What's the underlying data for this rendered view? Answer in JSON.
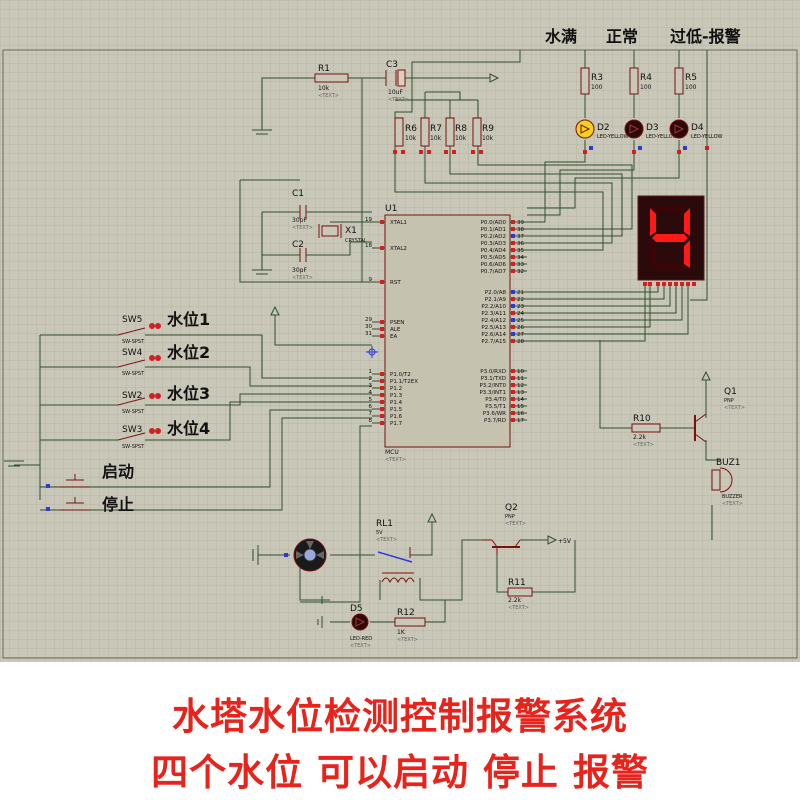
{
  "colors": {
    "grid_bg": "#c9c7b8",
    "grid_line": "#b7b4a6",
    "wire": "#2f4f2f",
    "part_outline": "#7a1010",
    "ic_fill": "#c6c2b0",
    "pin_red": "#d21f1f",
    "pin_blue": "#2a3bd6",
    "label_black": "#111111",
    "note_red": "#d11a1a",
    "seg_on": "#ff1a1a",
    "seg_off": "#3a0505",
    "caption_red": "#e8231b"
  },
  "header_labels": {
    "full": "水满",
    "normal": "正常",
    "low_alarm": "过低-报警"
  },
  "resistors": {
    "r1": {
      "ref": "R1",
      "value": "10k"
    },
    "r3": {
      "ref": "R3",
      "value": "100"
    },
    "r4": {
      "ref": "R4",
      "value": "100"
    },
    "r5": {
      "ref": "R5",
      "value": "100"
    },
    "r6": {
      "ref": "R6",
      "value": "10k"
    },
    "r7": {
      "ref": "R7",
      "value": "10k"
    },
    "r8": {
      "ref": "R8",
      "value": "10k"
    },
    "r9": {
      "ref": "R9",
      "value": "10k"
    },
    "r10": {
      "ref": "R10",
      "value": "2.2k"
    },
    "r11": {
      "ref": "R11",
      "value": "2.2k"
    },
    "r12": {
      "ref": "R12",
      "value": "1K"
    }
  },
  "caps": {
    "c1": {
      "ref": "C1",
      "value": "30pF"
    },
    "c2": {
      "ref": "C2",
      "value": "30pF"
    },
    "c3": {
      "ref": "C3",
      "value": "10uF"
    }
  },
  "crystal": {
    "ref": "X1",
    "value": "CRYSTAL"
  },
  "leds": {
    "d2": {
      "ref": "D2",
      "value": "LED-YELLOW"
    },
    "d3": {
      "ref": "D3",
      "value": "LED-YELLOW"
    },
    "d4": {
      "ref": "D4",
      "value": "LED-YELLOW"
    },
    "d5": {
      "ref": "D5",
      "value": "LED-RED"
    }
  },
  "mcu": {
    "ref": "U1",
    "part": "MCU",
    "left_pins": [
      {
        "num": "19",
        "name": "XTAL1"
      },
      {
        "num": "18",
        "name": "XTAL2"
      },
      {
        "num": "9",
        "name": "RST"
      },
      {
        "num": "29",
        "name": "PSEN"
      },
      {
        "num": "30",
        "name": "ALE"
      },
      {
        "num": "31",
        "name": "EA"
      },
      {
        "num": "1",
        "name": "P1.0/T2"
      },
      {
        "num": "2",
        "name": "P1.1/T2EX"
      },
      {
        "num": "3",
        "name": "P1.2"
      },
      {
        "num": "4",
        "name": "P1.3"
      },
      {
        "num": "5",
        "name": "P1.4"
      },
      {
        "num": "6",
        "name": "P1.5"
      },
      {
        "num": "7",
        "name": "P1.6"
      },
      {
        "num": "8",
        "name": "P1.7"
      }
    ],
    "right_pins": [
      {
        "num": "39",
        "name": "P0.0/AD0"
      },
      {
        "num": "38",
        "name": "P0.1/AD1"
      },
      {
        "num": "37",
        "name": "P0.2/AD2"
      },
      {
        "num": "36",
        "name": "P0.3/AD3"
      },
      {
        "num": "35",
        "name": "P0.4/AD4"
      },
      {
        "num": "34",
        "name": "P0.5/AD5"
      },
      {
        "num": "33",
        "name": "P0.6/AD6"
      },
      {
        "num": "32",
        "name": "P0.7/AD7"
      },
      {
        "num": "21",
        "name": "P2.0/A8"
      },
      {
        "num": "22",
        "name": "P2.1/A9"
      },
      {
        "num": "23",
        "name": "P2.2/A10"
      },
      {
        "num": "24",
        "name": "P2.3/A11"
      },
      {
        "num": "25",
        "name": "P2.4/A12"
      },
      {
        "num": "26",
        "name": "P2.5/A13"
      },
      {
        "num": "27",
        "name": "P2.6/A14"
      },
      {
        "num": "28",
        "name": "P2.7/A15"
      },
      {
        "num": "10",
        "name": "P3.0/RXD"
      },
      {
        "num": "11",
        "name": "P3.1/TXD"
      },
      {
        "num": "12",
        "name": "P3.2/INT0"
      },
      {
        "num": "13",
        "name": "P3.3/INT1"
      },
      {
        "num": "14",
        "name": "P3.4/T0"
      },
      {
        "num": "15",
        "name": "P3.5/T1"
      },
      {
        "num": "16",
        "name": "P3.6/WR"
      },
      {
        "num": "17",
        "name": "P3.7/RD"
      }
    ]
  },
  "switches": {
    "sw5": {
      "ref": "SW5",
      "value": "SW-SPST",
      "label": "水位1"
    },
    "sw4": {
      "ref": "SW4",
      "value": "SW-SPST",
      "label": "水位2"
    },
    "sw2": {
      "ref": "SW2",
      "value": "SW-SPST",
      "label": "水位3"
    },
    "sw3": {
      "ref": "SW3",
      "value": "SW-SPST",
      "label": "水位4"
    },
    "start": {
      "label": "启动"
    },
    "stop": {
      "label": "停止"
    }
  },
  "display": {
    "digit": "4"
  },
  "q1": {
    "ref": "Q1",
    "type": "PNP"
  },
  "q2": {
    "ref": "Q2",
    "type": "PNP"
  },
  "buzzer": {
    "ref": "BUZ1",
    "value": "BUZZER"
  },
  "relay": {
    "ref": "RL1",
    "value": "5V"
  },
  "supply": {
    "plus5": "+5V"
  },
  "text_placeholder": "<TEXT>",
  "caption": {
    "line1": "水塔水位检测控制报警系统",
    "line2": "四个水位  可以启动 停止  报警"
  }
}
